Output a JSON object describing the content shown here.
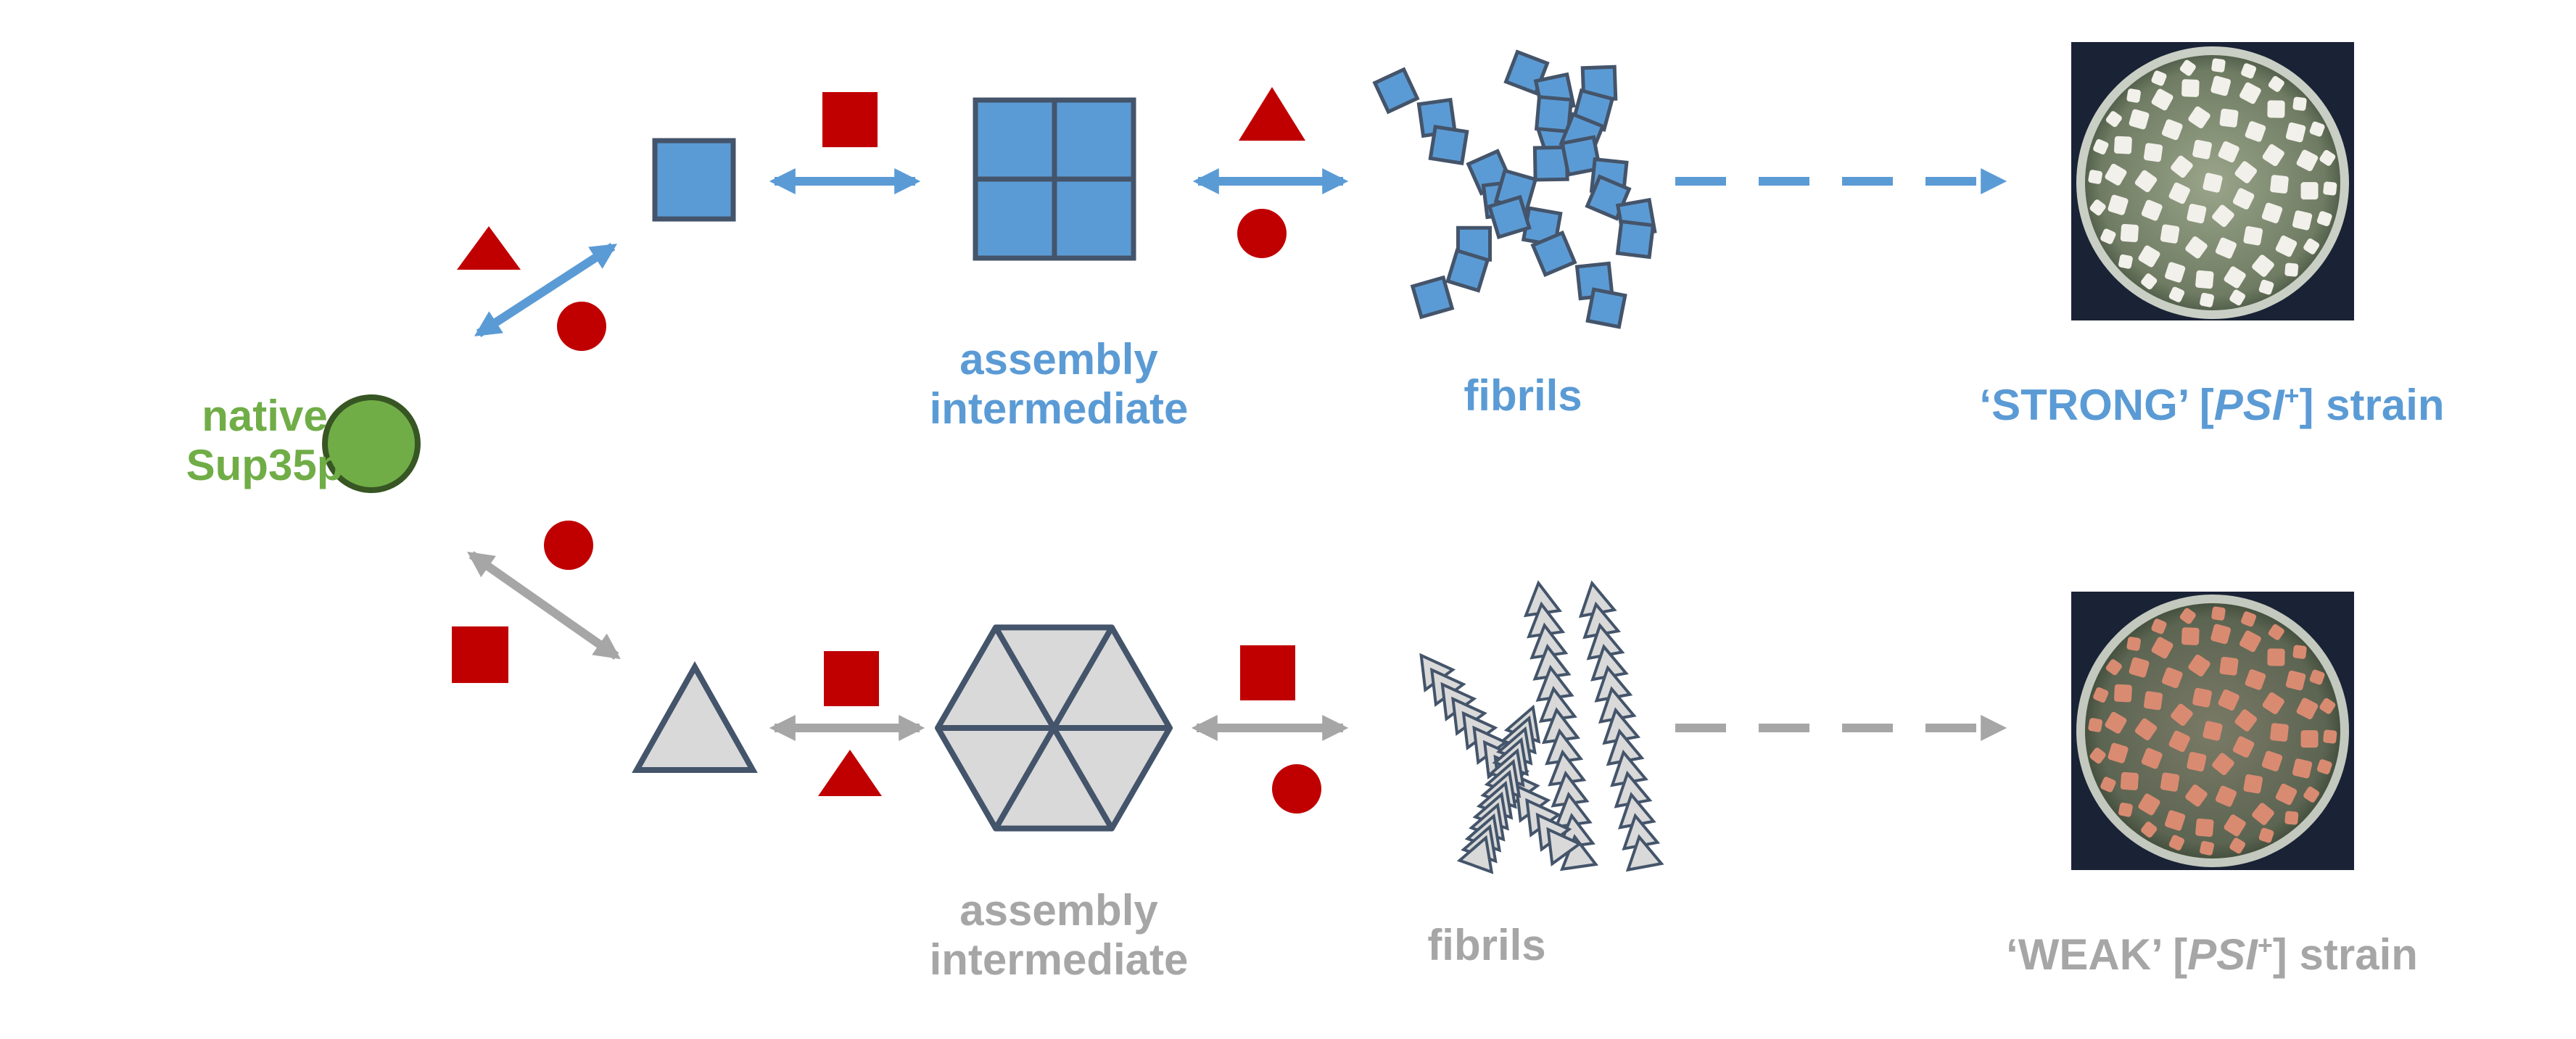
{
  "colors": {
    "native": "#70ad47",
    "strong": "#5b9bd5",
    "weak": "#a6a6a6",
    "factor": "#c00000",
    "outline": "#44546a",
    "weak_fill": "#d9d9d9"
  },
  "native": {
    "line1": "native",
    "line2": "Sup35p"
  },
  "strong": {
    "intermediate_line1": "assembly",
    "intermediate_line2": "intermediate",
    "fibrils": "fibrils",
    "strain_prefix": "‘STRONG’ [",
    "strain_italic": "PSI",
    "strain_sup": "+",
    "strain_suffix": "] strain"
  },
  "weak": {
    "intermediate_line1": "assembly",
    "intermediate_line2": "intermediate",
    "fibrils": "fibrils",
    "strain_prefix": "‘WEAK’ [",
    "strain_italic": "PSI",
    "strain_sup": "+",
    "strain_suffix": "] strain"
  },
  "icons": [
    "native-protein-circle-icon",
    "square-monomer-icon",
    "square-tetramer-icon",
    "triangle-monomer-icon",
    "hexagon-oligomer-icon",
    "fibril-bundle-icon",
    "petri-dish-icon",
    "factor-square-icon",
    "factor-triangle-icon",
    "factor-circle-icon"
  ]
}
